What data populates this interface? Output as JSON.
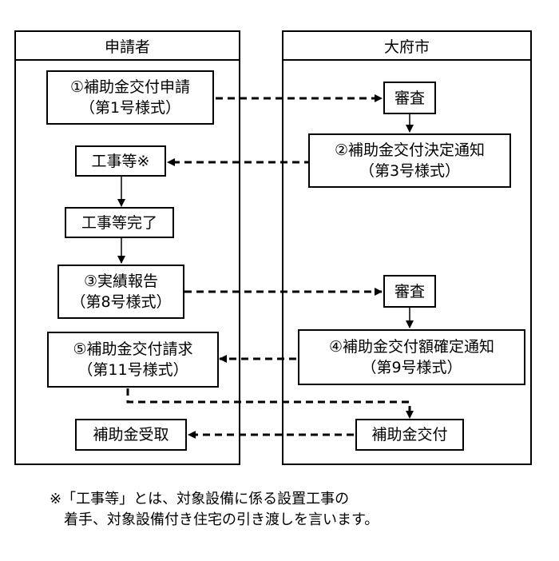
{
  "lanes": {
    "applicant": "申請者",
    "city": "大府市"
  },
  "boxes": {
    "apply_line1": "①補助金交付申請",
    "apply_line2": "（第1号様式）",
    "review1": "審査",
    "decision_line1": "②補助金交付決定通知",
    "decision_line2": "（第3号様式）",
    "works": "工事等※",
    "works_done": "工事等完了",
    "report_line1": "③実績報告",
    "report_line2": "（第8号様式）",
    "review2": "審査",
    "amount_line1": "④補助金交付額確定通知",
    "amount_line2": "（第9号様式）",
    "claim_line1": "⑤補助金交付請求",
    "claim_line2": "（第11号様式）",
    "payment": "補助金交付",
    "receipt": "補助金受取"
  },
  "note": {
    "line1": "※「工事等」とは、対象設備に係る設置工事の",
    "line2": "着手、対象設備付き住宅の引き渡しを言います。"
  }
}
